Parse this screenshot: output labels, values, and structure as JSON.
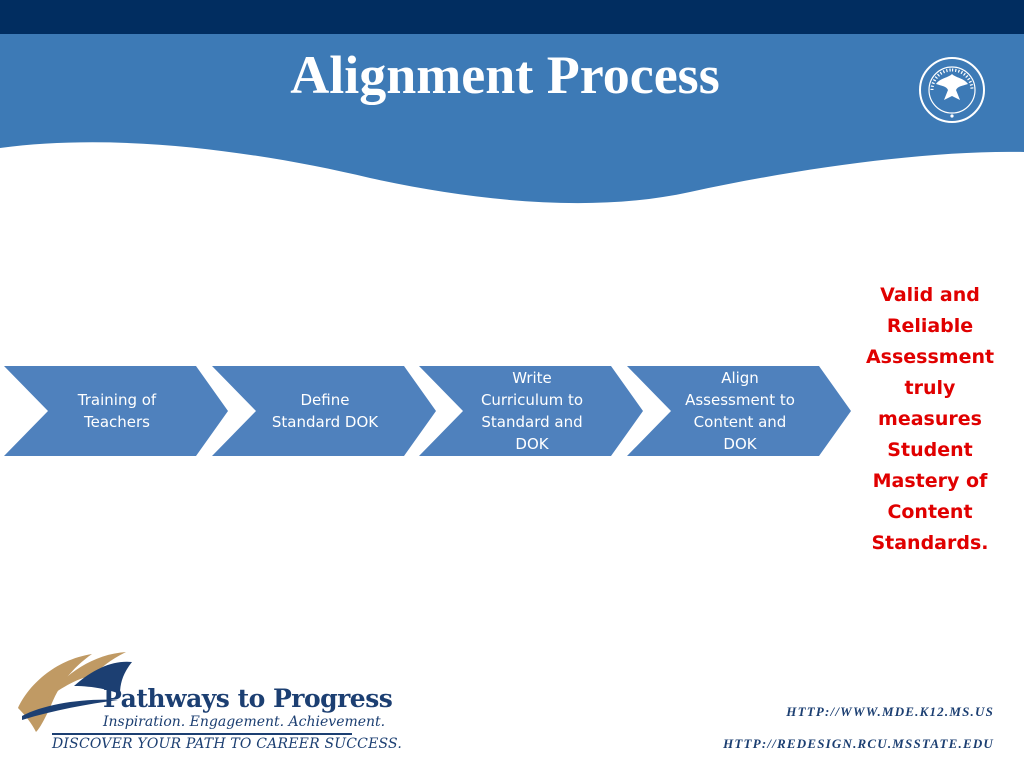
{
  "slide": {
    "title": "Alignment Process"
  },
  "process_steps": [
    {
      "lines": [
        "Training of",
        "Teachers"
      ]
    },
    {
      "lines": [
        "Define",
        "Standard DOK"
      ]
    },
    {
      "lines": [
        "Write",
        "Curriculum to",
        "Standard and",
        "DOK"
      ]
    },
    {
      "lines": [
        "Align",
        "Assessment to",
        "Content and",
        "DOK"
      ]
    }
  ],
  "callout": {
    "lines": [
      "Valid and",
      "Reliable",
      "Assessment",
      "truly",
      "measures",
      "Student",
      "Mastery of",
      "Content",
      "Standards."
    ]
  },
  "footer": {
    "logo_name": "Pathways to Progress",
    "logo_tagline": "Inspiration. Engagement. Achievement.",
    "logo_slogan": "DISCOVER YOUR PATH TO CAREER SUCCESS.",
    "seal_icon": "state-department-of-education-seal-icon",
    "urls": [
      "HTTP://WWW.MDE.K12.MS.US",
      "HTTP://REDESIGN.RCU.MSSTATE.EDU"
    ]
  },
  "colors": {
    "header_dark": "#012d60",
    "header_blue": "#3d7ab6",
    "chevron_fill": "#4f81bd",
    "callout_red": "#e00000",
    "logo_navy": "#1c3f72",
    "logo_tan": "#c09a64"
  }
}
